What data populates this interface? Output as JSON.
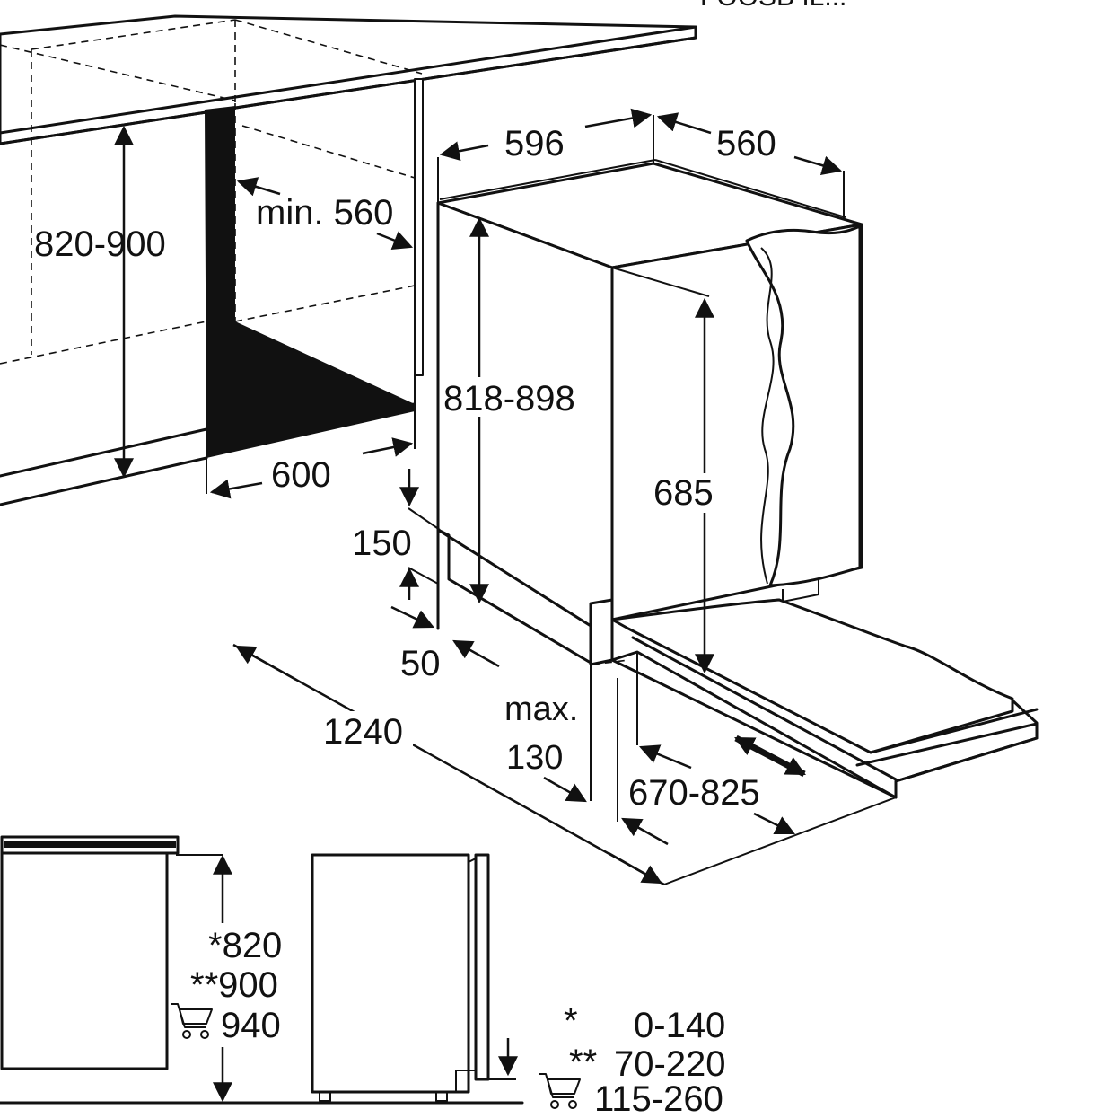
{
  "header_fragment": "FOOSB IL...",
  "dimensions": {
    "cabinet_height": "820-900",
    "panel_depth": "min. 560",
    "niche_width": "600",
    "appliance_width": "596",
    "appliance_depth": "560",
    "appliance_height": "818-898",
    "door_panel_height": "685",
    "plinth_height": "150",
    "plinth_offset": "50",
    "door_swing": "1240",
    "max_label": "max.",
    "max_value": "130",
    "plinth_depth": "670-825"
  },
  "lower_left": {
    "h1": "*820",
    "h2": "**900",
    "h3": "940"
  },
  "lower_right": {
    "r1_mark": "*",
    "r1_value": "0-140",
    "r2_mark": "**",
    "r2_value": "70-220",
    "r3_value": "115-260"
  },
  "icons": [
    "trolley-icon",
    "trolley-icon"
  ]
}
